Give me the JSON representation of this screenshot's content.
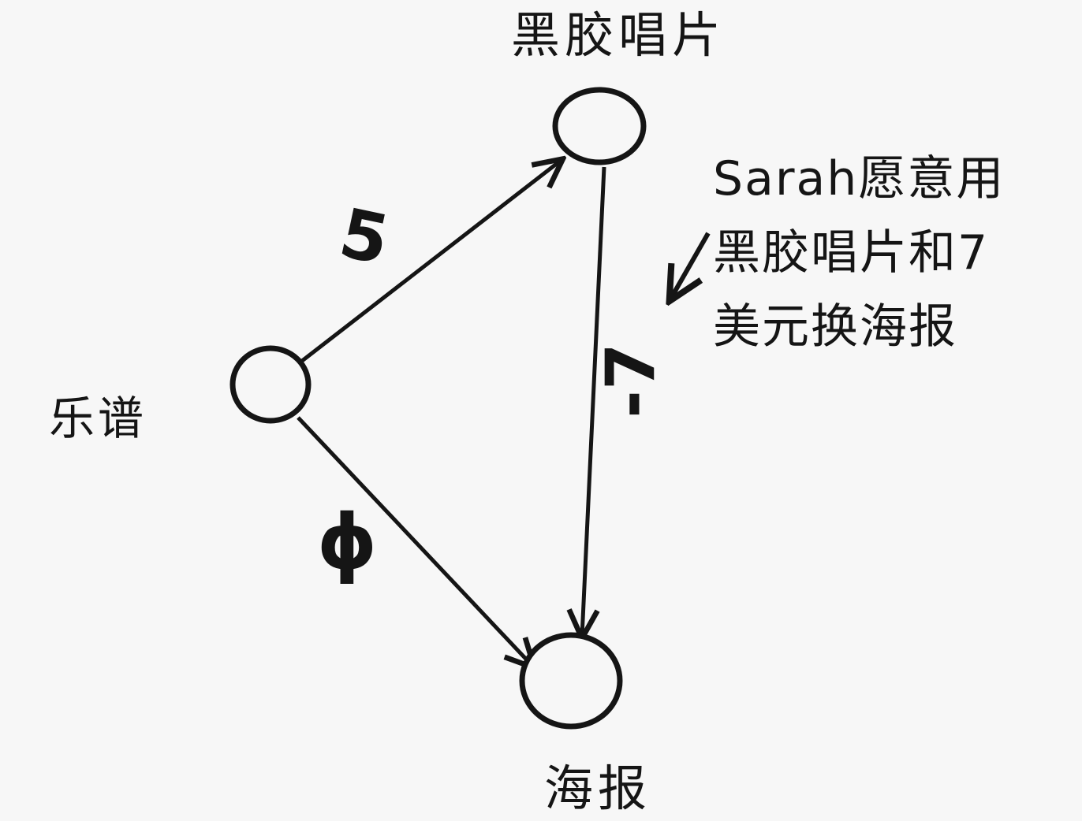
{
  "nodes": {
    "vinyl": {
      "label": "黑胶唱片"
    },
    "sheet_music": {
      "label": "乐谱"
    },
    "poster": {
      "label": "海报"
    }
  },
  "edges": [
    {
      "from": "sheet_music",
      "to": "vinyl",
      "weight": "5"
    },
    {
      "from": "sheet_music",
      "to": "poster",
      "weight": "ϕ"
    },
    {
      "from": "vinyl",
      "to": "poster",
      "weight": "-7"
    }
  ],
  "note": {
    "lines": [
      "Sarah愿意用",
      "黑胶唱片和7",
      "美元换海报"
    ]
  },
  "colors": {
    "ink": "#151515",
    "paper": "#f7f7f7"
  }
}
